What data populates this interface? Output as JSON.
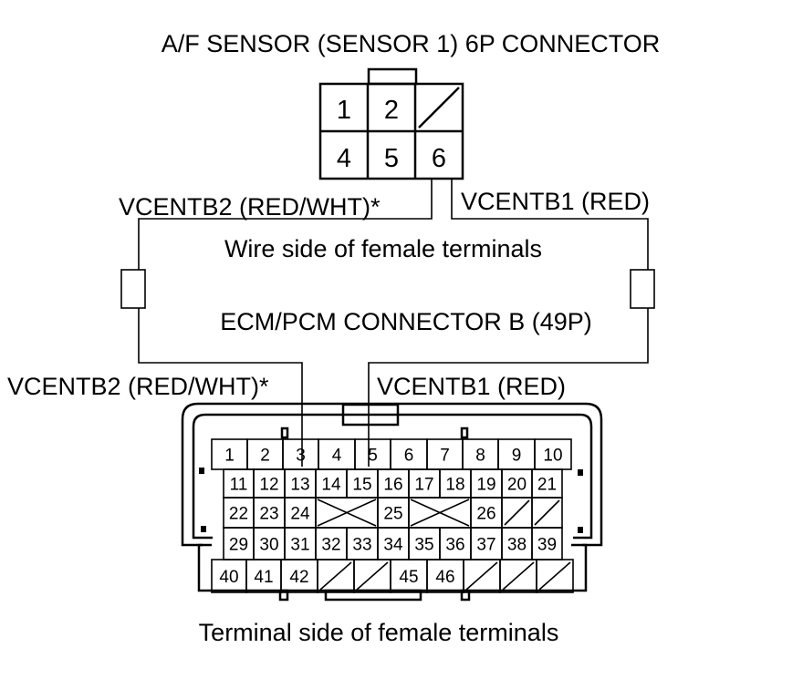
{
  "title": "A/F SENSOR (SENSOR 1) 6P CONNECTOR",
  "wire_side_label": "Wire side of female terminals",
  "terminal_side_label": "Terminal side of female terminals",
  "ecm_title": "ECM/PCM CONNECTOR B (49P)",
  "wire_labels": {
    "upper_left": "VCENTB2 (RED/WHT)*",
    "upper_right": "VCENTB1 (RED)",
    "lower_left": "VCENTB2 (RED/WHT)*",
    "lower_right": "VCENTB1 (RED)"
  },
  "sensor_pins": [
    "1",
    "2",
    "",
    "4",
    "5",
    "6"
  ],
  "ecm_rows": [
    [
      "1",
      "2",
      "3",
      "4",
      "5",
      "6",
      "7",
      "8",
      "9",
      "10"
    ],
    [
      "11",
      "12",
      "13",
      "14",
      "15",
      "16",
      "17",
      "18",
      "19",
      "20",
      "21"
    ],
    [
      "22",
      "23",
      "24",
      "",
      "25",
      "",
      "26",
      "",
      ""
    ],
    [
      "29",
      "30",
      "31",
      "32",
      "33",
      "34",
      "35",
      "36",
      "37",
      "38",
      "39"
    ],
    [
      "40",
      "41",
      "42",
      "",
      "",
      "45",
      "46",
      "",
      "",
      ""
    ]
  ]
}
